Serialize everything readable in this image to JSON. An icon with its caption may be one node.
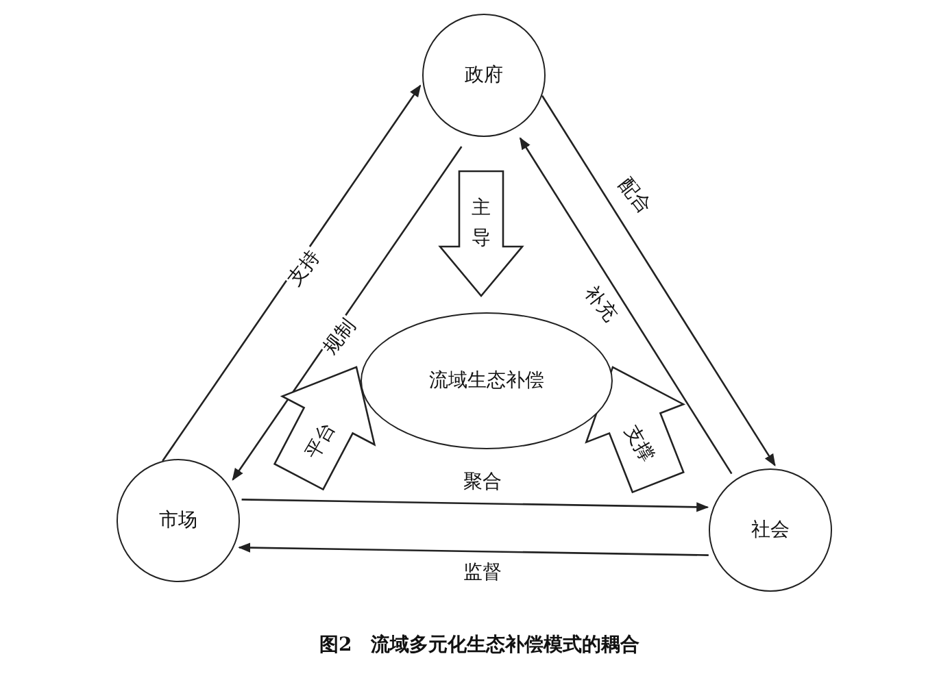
{
  "diagram": {
    "caption": "图2　流域多元化生态补偿模式的耦合",
    "nodes": [
      {
        "text": [
          "政府"
        ]
      },
      {
        "text": [
          "流域生态补偿"
        ]
      },
      {
        "text": [
          "市场"
        ]
      },
      {
        "text": [
          "社会"
        ]
      }
    ],
    "edges": [
      {
        "from": 2,
        "to": 0,
        "arrow": "to",
        "label": "支持"
      },
      {
        "from": 0,
        "to": 2,
        "arrow": "to",
        "label": "规制"
      },
      {
        "from": 0,
        "to": 3,
        "arrow": "to",
        "label": "配合"
      },
      {
        "from": 3,
        "to": 0,
        "arrow": "to",
        "label": "补充"
      },
      {
        "from": 2,
        "to": 3,
        "arrow": "to",
        "label": "聚合"
      },
      {
        "from": 3,
        "to": 2,
        "arrow": "to",
        "label": "监督"
      },
      {
        "from": 0,
        "to": 1,
        "arrow": "to",
        "label": "主导"
      },
      {
        "from": 2,
        "to": 1,
        "arrow": "to",
        "label": "平台"
      },
      {
        "from": 3,
        "to": 1,
        "arrow": "to",
        "label": "支撑"
      }
    ]
  }
}
